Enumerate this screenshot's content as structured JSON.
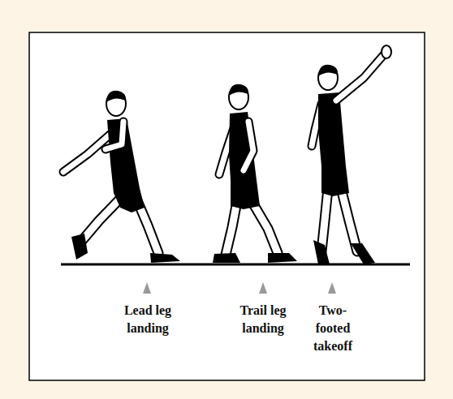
{
  "diagram": {
    "labels": [
      "Lead leg landing",
      "Trail leg landing",
      "Two- footed takeoff"
    ]
  }
}
